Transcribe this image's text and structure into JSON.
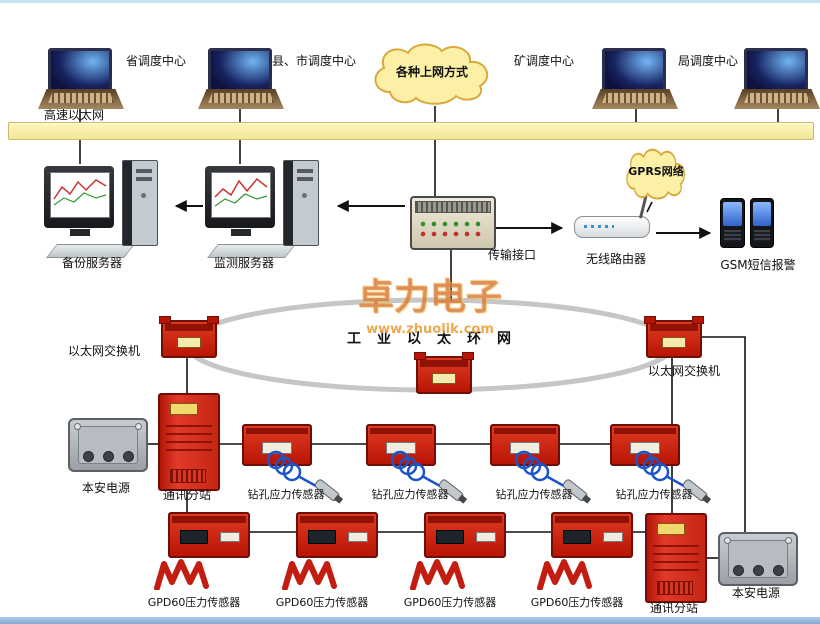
{
  "page": {
    "watermark_title": "卓力电子",
    "watermark_url": "www.zhuolik.com"
  },
  "colors": {
    "device_red": "#c62514",
    "bus_yellow": "#f9f1ae",
    "cloud_yellow": "#fbf0a6",
    "ring_gray": "#c6c6c6",
    "cable_blue": "#1b55c8"
  },
  "top": {
    "ethernet_label": "高速以太网",
    "cloud": "各种上网方式",
    "centers": [
      "省调度中心",
      "县、市调度中心",
      "矿调度中心",
      "局调度中心"
    ]
  },
  "servers": {
    "backup": "备份服务器",
    "monitor": "监测服务器"
  },
  "comm": {
    "transmission": "传输接口",
    "router": "无线路由器",
    "gprs": "GPRS网络",
    "gsm": "GSM短信报警"
  },
  "ring": {
    "label": "工业以太环网",
    "switch_left": "以太网交换机",
    "switch_right": "以太网交换机"
  },
  "field": {
    "power_left": "本安电源",
    "power_right": "本安电源",
    "substation_left": "通讯分站",
    "substation_right": "通讯分站",
    "stress_sensors": [
      "钻孔应力传感器",
      "钻孔应力传感器",
      "钻孔应力传感器",
      "钻孔应力传感器"
    ],
    "pressure_sensors": [
      "GPD60压力传感器",
      "GPD60压力传感器",
      "GPD60压力传感器",
      "GPD60压力传感器"
    ]
  }
}
